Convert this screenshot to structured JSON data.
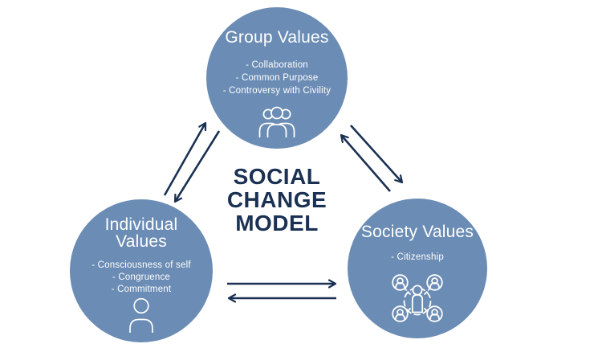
{
  "colors": {
    "background": "#ffffff",
    "circle_fill": "#6b8cb4",
    "navy": "#1a3153",
    "text_on_circle": "#ffffff"
  },
  "title": {
    "lines": [
      "SOCIAL",
      "CHANGE",
      "MODEL"
    ]
  },
  "circles": {
    "group": {
      "heading": "Group Values",
      "items": [
        "- Collaboration",
        "- Common Purpose",
        "- Controversy with Civility"
      ],
      "icon": "group-people-icon"
    },
    "individual": {
      "heading": "Individual Values",
      "items": [
        "- Consciousness of self",
        "- Congruence",
        "- Commitment"
      ],
      "icon": "single-person-icon"
    },
    "society": {
      "heading": "Society Values",
      "items": [
        "- Citizenship"
      ],
      "icon": "community-network-icon"
    }
  },
  "arrows": [
    {
      "name": "individual-to-group",
      "direction": "up-right"
    },
    {
      "name": "group-to-individual",
      "direction": "down-left"
    },
    {
      "name": "group-to-society",
      "direction": "down-right"
    },
    {
      "name": "society-to-group",
      "direction": "up-left"
    },
    {
      "name": "individual-to-society",
      "direction": "right"
    },
    {
      "name": "society-to-individual",
      "direction": "left"
    }
  ]
}
